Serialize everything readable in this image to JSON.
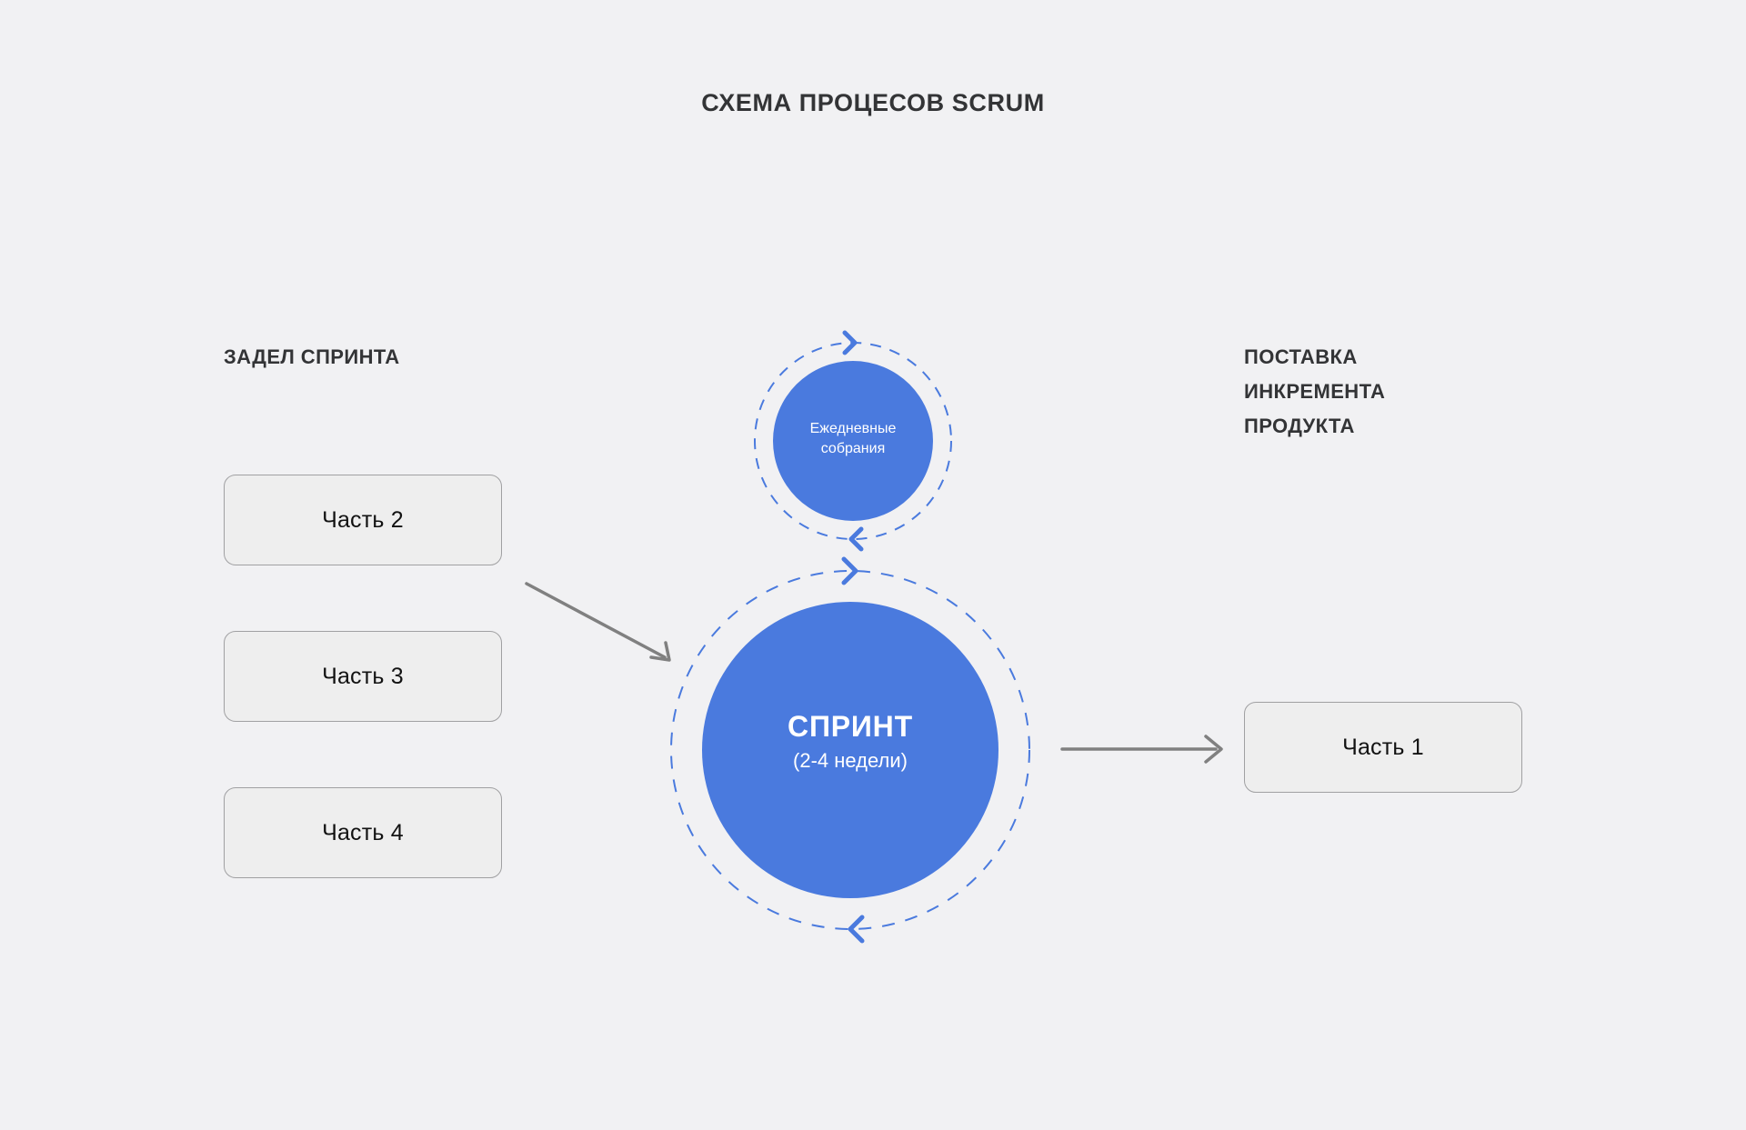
{
  "title": "СХЕМА ПРОЦЕСОВ SCRUM",
  "colors": {
    "background": "#f1f1f3",
    "accent_blue": "#4a7ade",
    "dashed_ring": "#4a7ade",
    "box_fill": "#eeeeee",
    "box_border": "#a0a0a2",
    "arrow_gray": "#808080",
    "text_dark": "#333436",
    "text_white": "#ffffff"
  },
  "left_column": {
    "label": "ЗАДЕЛ СПРИНТА",
    "boxes": [
      {
        "label": "Часть 2"
      },
      {
        "label": "Часть 3"
      },
      {
        "label": "Часть 4"
      }
    ]
  },
  "center": {
    "daily_circle": {
      "label_line1": "Ежедневные",
      "label_line2": "собрания",
      "cycle_icon_top": "chevron-right-icon",
      "cycle_icon_bottom": "chevron-left-icon"
    },
    "sprint_circle": {
      "title": "СПРИНТ",
      "subtitle": "(2-4 недели)",
      "cycle_icon_top": "chevron-right-icon",
      "cycle_icon_bottom": "chevron-left-icon"
    }
  },
  "right_column": {
    "label_line1": "ПОСТАВКА",
    "label_line2": "ИНКРЕМЕНТА",
    "label_line3": "ПРОДУКТА",
    "label": "ПОСТАВКА\nИНКРЕМЕНТА\nПРОДУКТА",
    "boxes": [
      {
        "label": "Часть 1"
      }
    ]
  },
  "connectors": [
    {
      "name": "backlog-to-sprint-arrow",
      "direction": "down-right",
      "icon": "arrow-icon"
    },
    {
      "name": "sprint-to-increment-arrow",
      "direction": "right",
      "icon": "arrow-icon"
    }
  ]
}
